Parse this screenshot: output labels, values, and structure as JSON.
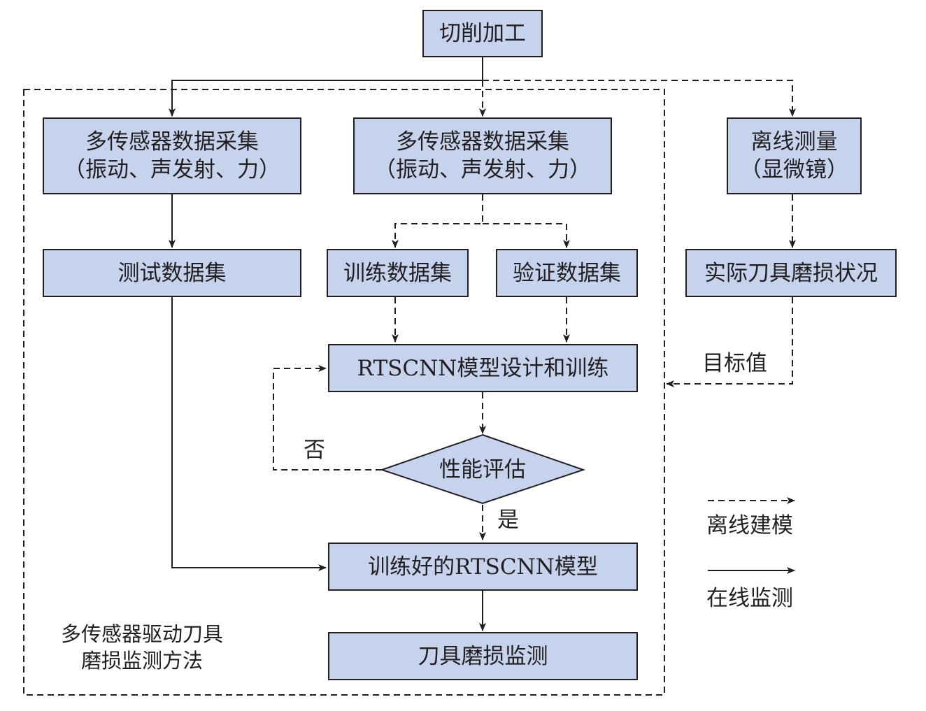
{
  "nodes": {
    "cutting": "切削加工",
    "sensor_test": {
      "line1": "多传感器数据采集",
      "line2": "（振动、声发射、力）"
    },
    "sensor_train": {
      "line1": "多传感器数据采集",
      "line2": "（振动、声发射、力）"
    },
    "offline_measure": {
      "line1": "离线测量",
      "line2": "（显微镜）"
    },
    "test_set": "测试数据集",
    "train_set": "训练数据集",
    "val_set": "验证数据集",
    "actual_wear": "实际刀具磨损状况",
    "model_design": "RTSCNN模型设计和训练",
    "evaluation": "性能评估",
    "trained_model": "训练好的RTSCNN模型",
    "wear_monitor": "刀具磨损监测"
  },
  "edge_labels": {
    "target": "目标值",
    "no": "否",
    "yes": "是"
  },
  "region_label": {
    "line1": "多传感器驱动刀具",
    "line2": "磨损监测方法"
  },
  "legend": {
    "offline": "离线建模",
    "online": "在线监测"
  },
  "colors": {
    "box_fill": "#c5d3ec",
    "stroke": "#231f20"
  }
}
